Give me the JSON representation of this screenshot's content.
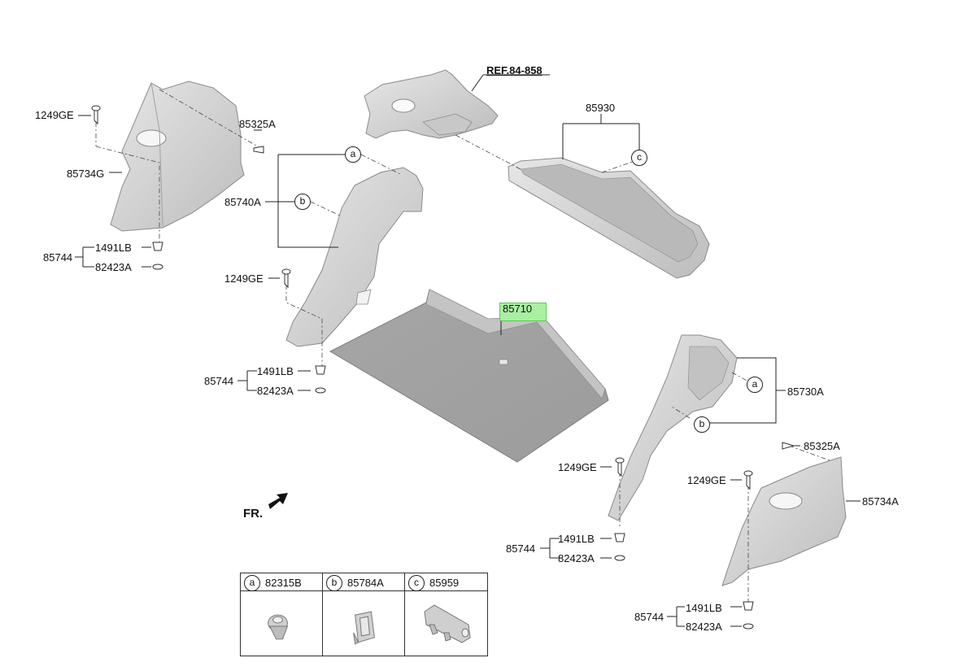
{
  "labels": {
    "ref": "REF.84-858",
    "p85930": "85930",
    "p85325A_l": "85325A",
    "p1249GE_l": "1249GE",
    "p85734G": "85734G",
    "p85740A": "85740A",
    "p1491LB_l": "1491LB",
    "p85744_l": "85744",
    "p82423A_l": "82423A",
    "p1249GE_m": "1249GE",
    "p85744_m": "85744",
    "p1491LB_m": "1491LB",
    "p82423A_m": "82423A",
    "p85710": "85710",
    "p85730A": "85730A",
    "p1249GE_r": "1249GE",
    "p85744_r": "85744",
    "p1491LB_r": "1491LB",
    "p82423A_r": "82423A",
    "p85325A_r": "85325A",
    "p1249GE_r2": "1249GE",
    "p85734A": "85734A",
    "p85744_r2": "85744",
    "p1491LB_r2": "1491LB",
    "p82423A_r2": "82423A",
    "fr": "FR."
  },
  "callouts": {
    "a": "a",
    "b": "b",
    "c": "c"
  },
  "legend": [
    {
      "letter": "a",
      "code": "82315B"
    },
    {
      "letter": "b",
      "code": "85784A"
    },
    {
      "letter": "c",
      "code": "85959"
    }
  ],
  "colors": {
    "part_fill": "#d3d3d3",
    "part_dark": "#9a9a9a",
    "mat_fill": "#a9a9a9",
    "highlight": "#a8f0a0"
  }
}
